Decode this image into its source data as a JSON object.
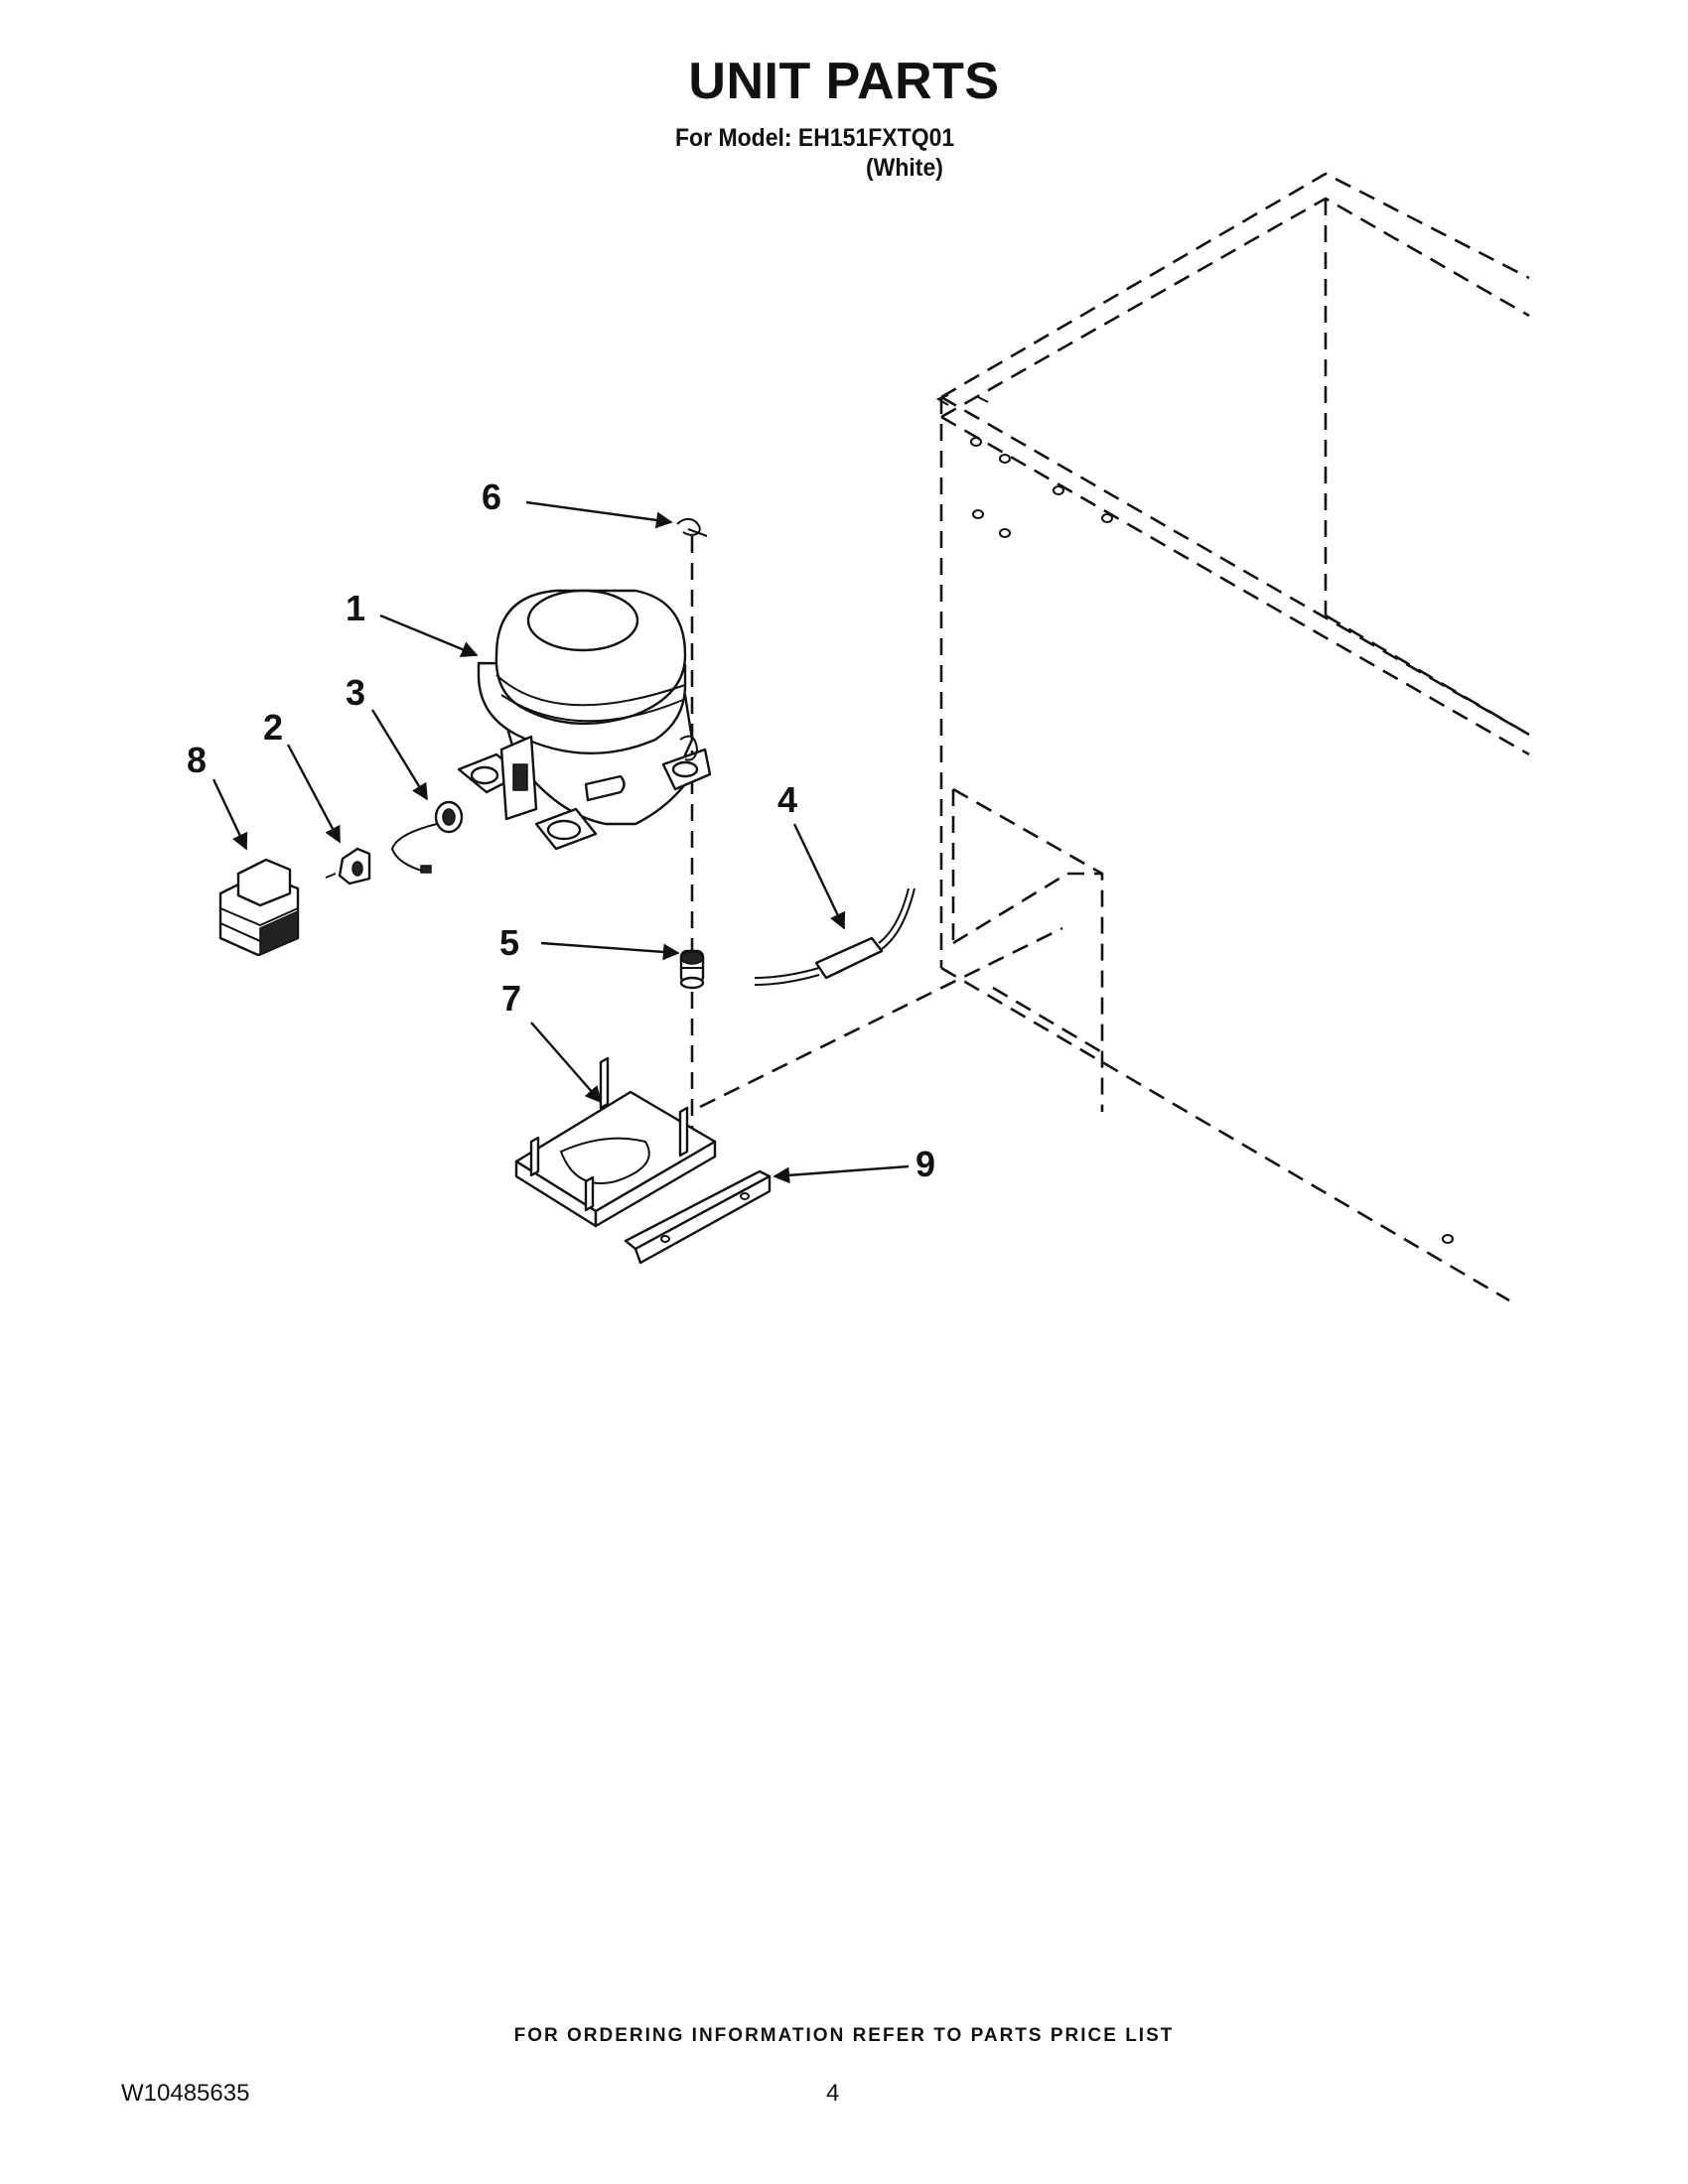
{
  "header": {
    "title": "UNIT PARTS",
    "model_line": "For Model: EH151FXTQ01",
    "variant": "(White)"
  },
  "diagram": {
    "callouts": [
      {
        "label": "1",
        "part": "compressor"
      },
      {
        "label": "2",
        "part": "overload"
      },
      {
        "label": "3",
        "part": "wire-harness"
      },
      {
        "label": "4",
        "part": "drier"
      },
      {
        "label": "5",
        "part": "grommet"
      },
      {
        "label": "6",
        "part": "clip"
      },
      {
        "label": "7",
        "part": "compressor-base"
      },
      {
        "label": "8",
        "part": "relay"
      },
      {
        "label": "9",
        "part": "base-rail"
      }
    ]
  },
  "footer": {
    "ordering_note": "FOR ORDERING INFORMATION REFER TO PARTS PRICE LIST",
    "doc_number": "W10485635",
    "page_number": "4"
  }
}
